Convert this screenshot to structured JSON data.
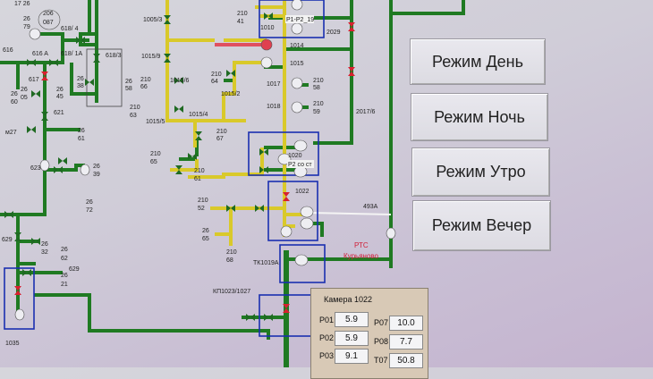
{
  "mode_buttons": [
    {
      "label": "Режим День"
    },
    {
      "label": "Режим Ночь"
    },
    {
      "label": "Режим Утро"
    },
    {
      "label": "Режим Вечер"
    }
  ],
  "camera_panel": {
    "title": "Камера 1022",
    "rows": [
      {
        "left_label": "P01",
        "left_value": "5.9",
        "right_label": "P07",
        "right_value": "10.0"
      },
      {
        "left_label": "P02",
        "left_value": "5.9",
        "right_label": "P08",
        "right_value": "7.7"
      },
      {
        "left_label": "P03",
        "left_value": "9.1",
        "right_label": "T07",
        "right_value": "50.8"
      }
    ]
  },
  "schematic": {
    "labels": {
      "l1": "17 26",
      "l2": "206",
      "l3": "087",
      "l4": "26",
      "l5": "79",
      "l6": "618/ 4",
      "l7": "616",
      "l8": "616 A",
      "l9": "618/ 1A",
      "l10": "618/3",
      "l11": "617",
      "l12": "26",
      "l13": "38",
      "l14": "26",
      "l15": "58",
      "l16": "26",
      "l17": "05",
      "l18": "26",
      "l19": "60",
      "l20": "26",
      "l21": "45",
      "l22": "621",
      "l23": "м27",
      "l24": "26",
      "l25": "61",
      "l26": "623",
      "l27": "26",
      "l28": "39",
      "l29": "26",
      "l30": "72",
      "l31": "629",
      "l32": "26",
      "l33": "32",
      "l34": "26",
      "l35": "62",
      "l36": "629",
      "l37": "26",
      "l38": "21",
      "l39": "1035",
      "l40": "1005/3",
      "l41": "1015/9",
      "l42": "210",
      "l43": "66",
      "l44": "1015/6",
      "l45": "210",
      "l46": "63",
      "l47": "1015/5",
      "l48": "1015/4",
      "l49": "210",
      "l50": "64",
      "l51": "1015/2",
      "l52": "210",
      "l53": "41",
      "l54": "1010",
      "l55": "Р1-Р2_19",
      "l56": "2029",
      "l57": "1014",
      "l58": "1015",
      "l59": "1017",
      "l60": "210",
      "l61": "58",
      "l62": "1018",
      "l63": "210",
      "l64": "59",
      "l65": "2017/6",
      "l66": "210",
      "l67": "67",
      "l68": "210",
      "l69": "65",
      "l70": "210",
      "l71": "61",
      "l72": "1020",
      "l73": "Р2 со ст",
      "l74": "1022",
      "l75": "210",
      "l76": "52",
      "l77": "26",
      "l78": "65",
      "l79": "210",
      "l80": "68",
      "l81": "493А",
      "l82": "РТС",
      "l83": "Курьяново",
      "l84": "ТК1019А",
      "l85": "КП1023/1027"
    },
    "colors": {
      "water_green": "#1f7a22",
      "yellow_pipe": "#d9c92a",
      "red_pipe": "#e05060",
      "frame_blue": "#1a2fb0"
    }
  }
}
